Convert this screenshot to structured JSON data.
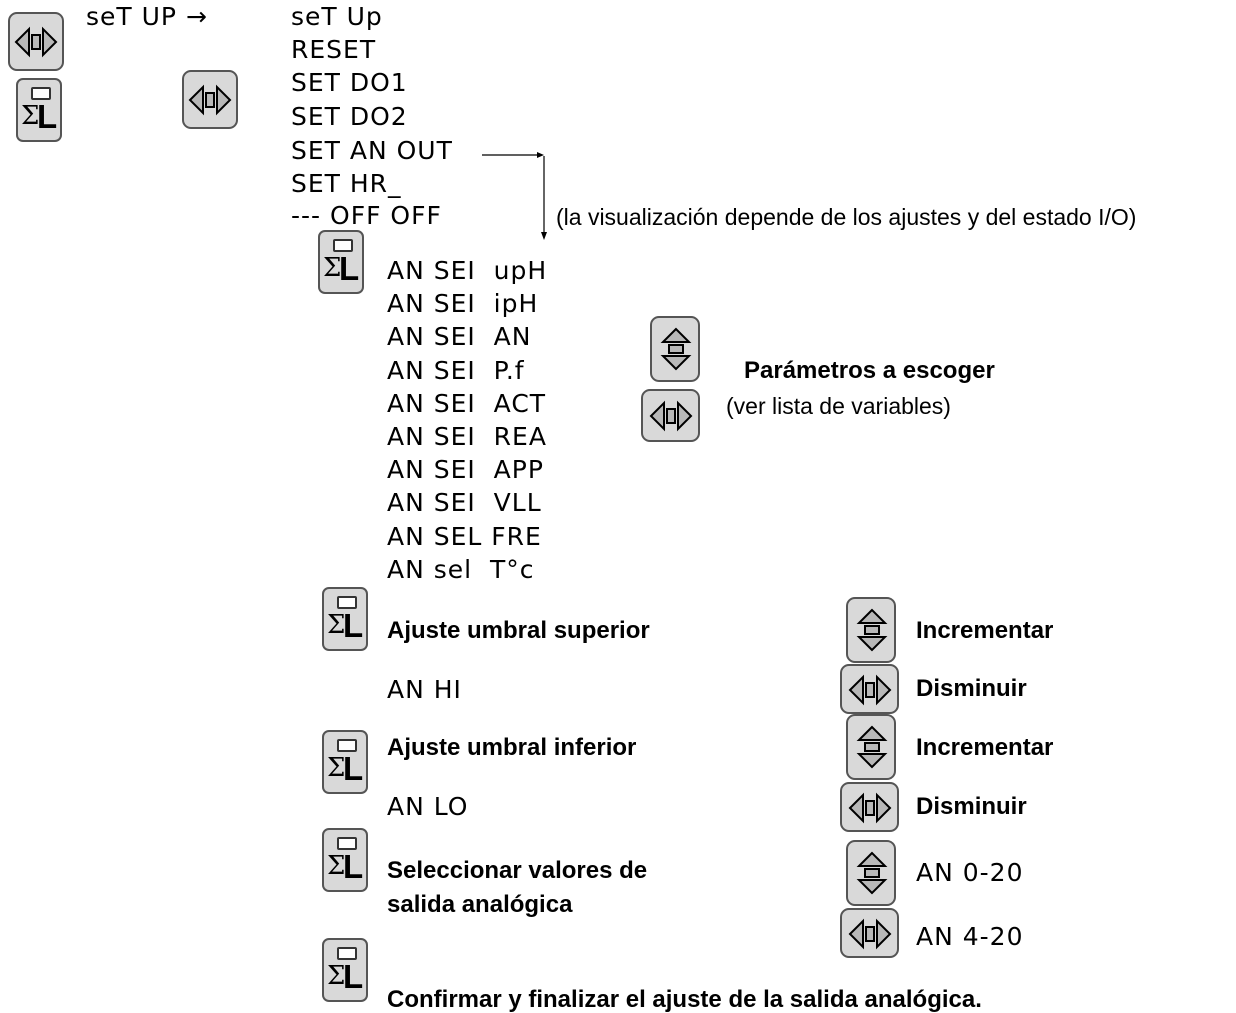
{
  "header": {
    "setup_label": "seT UP →"
  },
  "menu": [
    "seT Up",
    "RESET",
    "SET DO1",
    "SET DO2",
    "SET AN OUT",
    "SET HR_",
    "--- OFF OFF"
  ],
  "display_note": "(la visualización depende de los ajustes y del estado I/O)",
  "params": [
    "AN SEI  upH",
    "AN SEI  ipH",
    "AN SEI  AN",
    "AN SEI  P.f",
    "AN SEI  ACT",
    "AN SEI  REA",
    "AN SEI  APP",
    "AN SEI  VLL",
    "AN SEL FRE",
    "AN sel  T°c"
  ],
  "param_caption": {
    "title": "Parámetros a escoger",
    "subtitle": "(ver lista de variables)"
  },
  "upper": {
    "label": "Ajuste umbral superior",
    "code": "AN HI",
    "inc": "Incrementar",
    "dec": "Disminuir"
  },
  "lower": {
    "label": "Ajuste umbral inferior",
    "code": "AN LO",
    "inc": "Incrementar",
    "dec": "Disminuir"
  },
  "output": {
    "label_line1": "Seleccionar valores de",
    "label_line2": "salida analógica",
    "opt1": "AN 0-20",
    "opt2": "AN 4-20"
  },
  "confirm": "Confirmar y finalizar el ajuste de la salida analógica.",
  "icons": {
    "key": "sigma-l-key-icon",
    "updown": "up-down-button-icon",
    "leftright": "left-right-button-icon"
  },
  "colors": {
    "button_fill": "#d9d9d9",
    "button_border": "#555555",
    "arrow": "#000000"
  }
}
